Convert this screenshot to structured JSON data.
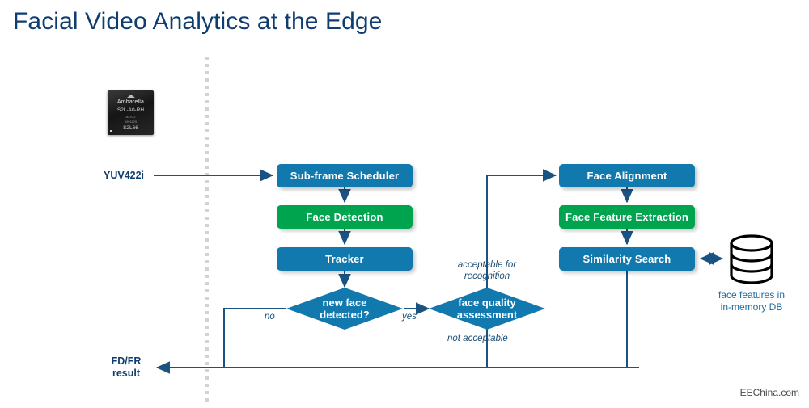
{
  "slide": {
    "title": "Facial Video Analytics at the Edge",
    "watermark": "EEChina.com",
    "background_color": "#ffffff",
    "title_color": "#0f3d70"
  },
  "colors": {
    "blue": "#1279ae",
    "green": "#00a44f",
    "navy": "#0f3d70",
    "line": "#1d4f77",
    "divider": "#d2d2d2",
    "db_caption": "#1d6a9e"
  },
  "chip": {
    "name": "ambarella-soc-chip",
    "brand": "Ambarella",
    "line1": "S2L-A0-RH",
    "line2": "A2V32",
    "line3": "5991129",
    "line4": "S2L66"
  },
  "io_labels": {
    "input": "YUV422i",
    "output_line1": "FD/FR",
    "output_line2": "result"
  },
  "boxes": [
    {
      "id": "sub-frame-scheduler",
      "label": "Sub-frame Scheduler",
      "color": "blue"
    },
    {
      "id": "face-detection",
      "label": "Face Detection",
      "color": "green"
    },
    {
      "id": "tracker",
      "label": "Tracker",
      "color": "blue"
    },
    {
      "id": "face-alignment",
      "label": "Face Alignment",
      "color": "blue"
    },
    {
      "id": "face-feature-extraction",
      "label": "Face Feature Extraction",
      "color": "green"
    },
    {
      "id": "similarity-search",
      "label": "Similarity Search",
      "color": "blue"
    }
  ],
  "decisions": [
    {
      "id": "new-face-detected",
      "line1": "new face",
      "line2": "detected?"
    },
    {
      "id": "face-quality-assessment",
      "line1": "face quality",
      "line2": "assessment"
    }
  ],
  "edge_labels": {
    "no": "no",
    "yes": "yes",
    "acceptable_line1": "acceptable for",
    "acceptable_line2": "recognition",
    "not_acceptable": "not acceptable"
  },
  "database": {
    "id": "in-memory-db",
    "caption_line1": "face features in",
    "caption_line2": "in-memory DB"
  }
}
